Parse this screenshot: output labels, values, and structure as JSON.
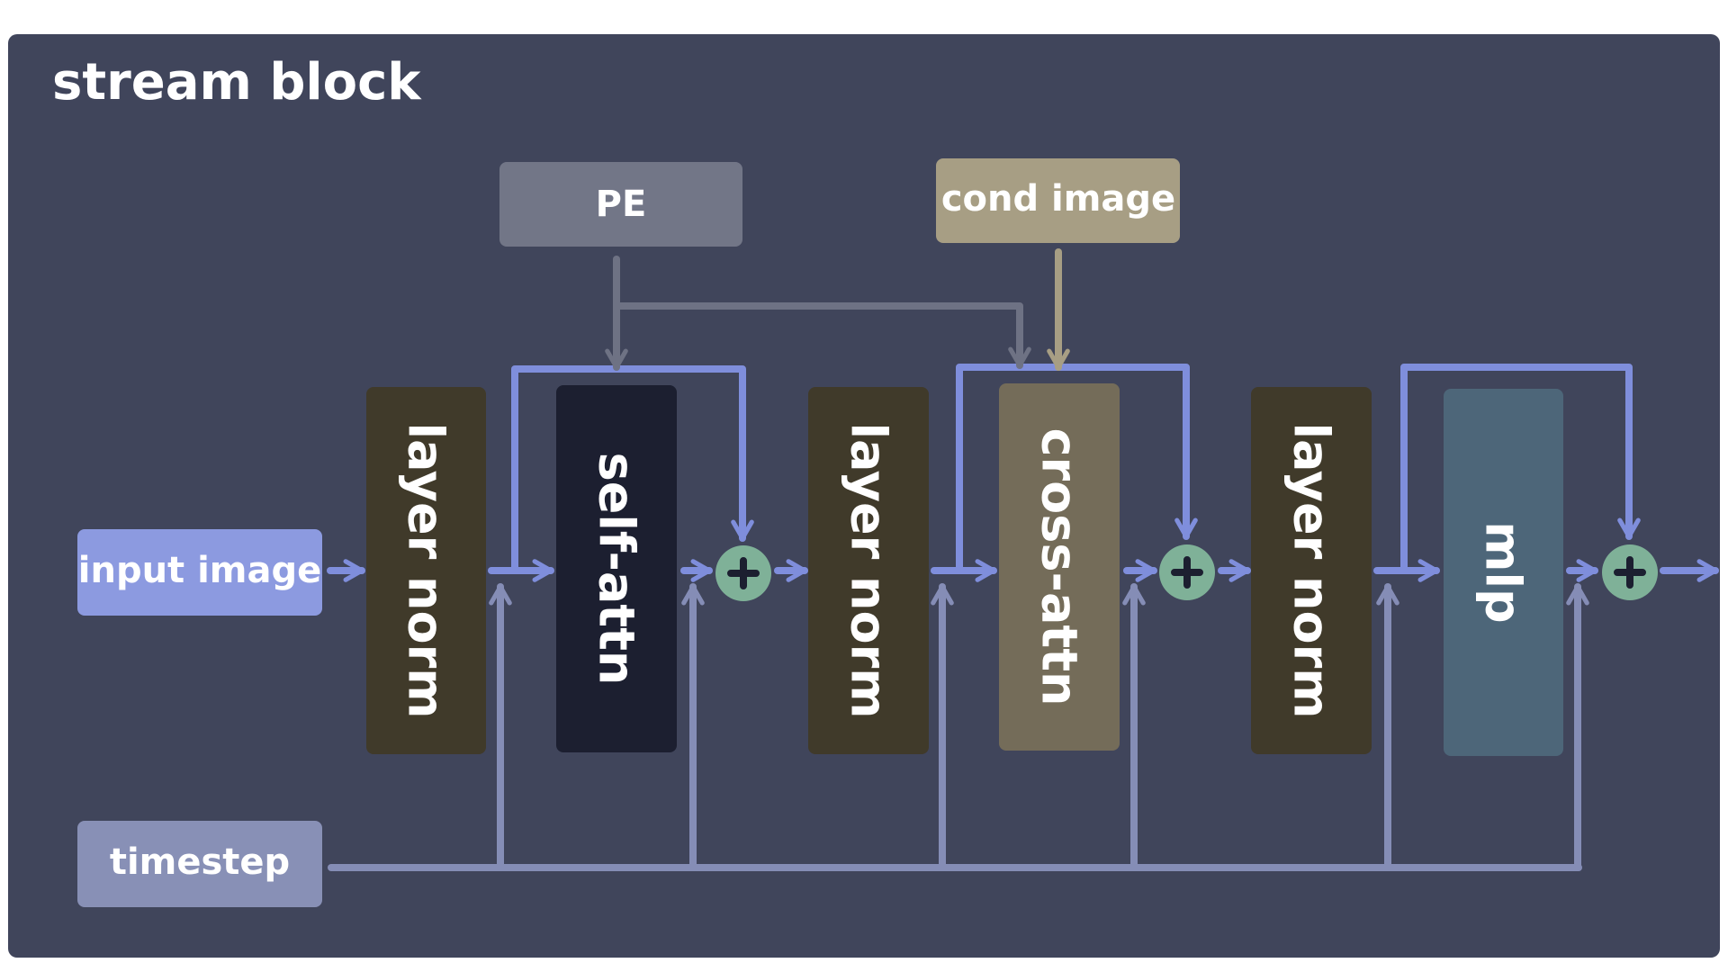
{
  "panel": {
    "title": "stream block"
  },
  "inputs": {
    "pe": "PE",
    "cond_image": "cond image",
    "input_image": "input image",
    "timestep": "timestep"
  },
  "blocks": {
    "layer_norm_1": "layer norm",
    "self_attn": "self-attn",
    "layer_norm_2": "layer norm",
    "cross_attn": "cross-attn",
    "layer_norm_3": "layer norm",
    "mlp": "mlp"
  },
  "colors": {
    "background": "#40455b",
    "layer_norm": "#403a2a",
    "self_attn": "#1c1f30",
    "cross_attn": "#746c59",
    "mlp": "#4d6679",
    "pe": "#727687",
    "cond_image": "#a79e84",
    "input_image": "#8c9ae0",
    "timestep": "#8890b6",
    "adder": "#7fb198",
    "residual_arrow": "#7f8edc",
    "timestep_line": "#858db6",
    "pe_line": "#6e7284",
    "cond_line": "#a79e84"
  }
}
